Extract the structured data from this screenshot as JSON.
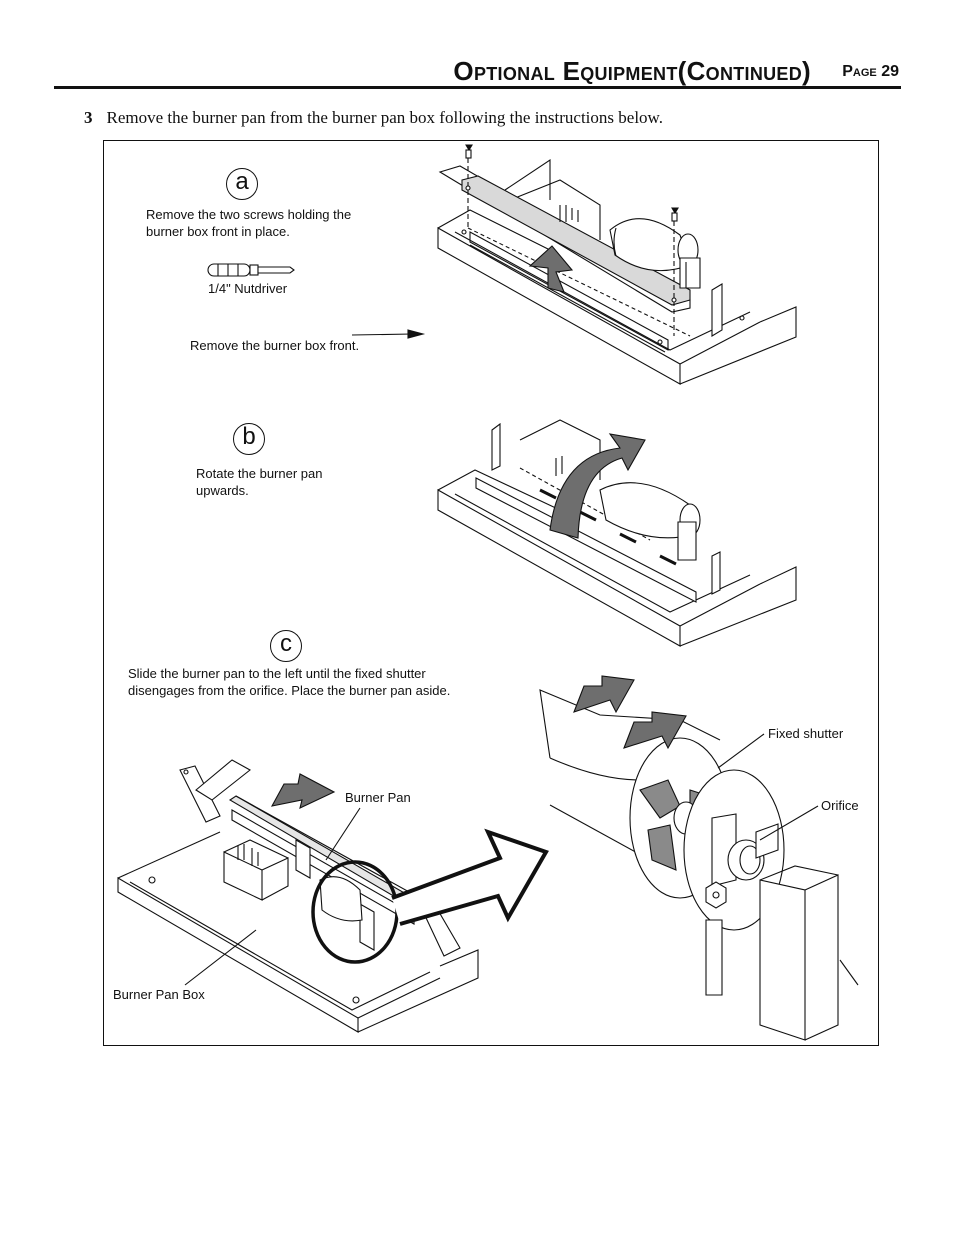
{
  "header": {
    "title": "Optional Equipment(Continued)",
    "page_label": "Page 29"
  },
  "step": {
    "number": "3",
    "text": "Remove the burner pan from the burner pan box following the instructions below."
  },
  "step_a": {
    "letter": "a",
    "remove_screws": "Remove the two screws holding the burner box front in place.",
    "tool": "1/4\" Nutdriver",
    "remove_front": "Remove the burner box front."
  },
  "step_b": {
    "letter": "b",
    "instruction": "Rotate the burner pan upwards."
  },
  "step_c": {
    "letter": "c",
    "instruction": "Slide the burner pan to the left until the fixed shutter disengages from the orifice.  Place the burner pan aside.",
    "burner_pan": "Burner Pan",
    "burner_pan_box": "Burner Pan Box",
    "fixed_shutter": "Fixed shutter",
    "orifice": "Orifice"
  }
}
